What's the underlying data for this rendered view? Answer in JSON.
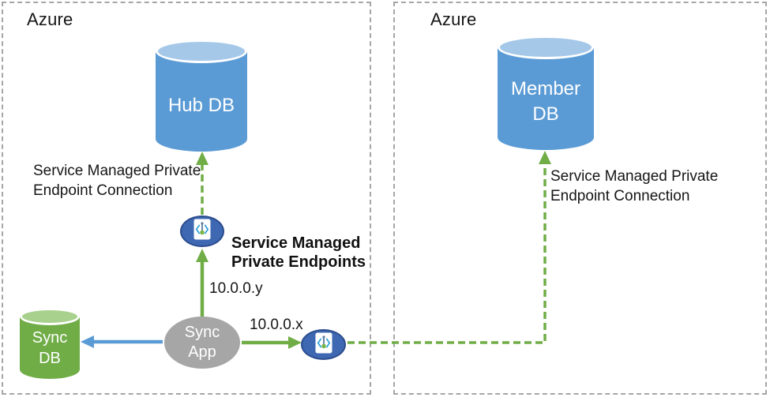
{
  "diagram": {
    "regions": {
      "left": {
        "label": "Azure"
      },
      "right": {
        "label": "Azure"
      }
    },
    "nodes": {
      "hub_db": {
        "label": "Hub DB"
      },
      "member_db": {
        "line1": "Member",
        "line2": "DB"
      },
      "sync_db": {
        "line1": "Sync",
        "line2": "DB"
      },
      "sync_app": {
        "line1": "Sync",
        "line2": "App"
      },
      "endpoint_hub": {
        "icon": "private-endpoint-icon"
      },
      "endpoint_member": {
        "icon": "private-endpoint-icon"
      }
    },
    "labels": {
      "left_connection": {
        "line1": "Service Managed Private",
        "line2": "Endpoint Connection"
      },
      "right_connection": {
        "line1": "Service Managed Private",
        "line2": "Endpoint Connection"
      },
      "endpoints_title": {
        "line1": "Service Managed",
        "line2": "Private Endpoints"
      },
      "ip_y": "10.0.0.y",
      "ip_x": "10.0.0.x"
    },
    "colors": {
      "green_arrow": "#70ad47",
      "blue_arrow": "#5b9bd5",
      "db_blue": "#5b9bd5",
      "db_blue_top": "#a5c8e9",
      "db_green": "#70ad47",
      "db_green_top": "#a9d18e",
      "app_gray": "#a6a6a6",
      "endpoint_fill": "#3e68b2",
      "endpoint_border": "#2c4d8e",
      "region_border": "#a6a6a6",
      "icon_bracket_blue": "#35a3dc",
      "icon_pin_gray": "#5b7b9e",
      "icon_dot_green": "#7ab648"
    }
  }
}
